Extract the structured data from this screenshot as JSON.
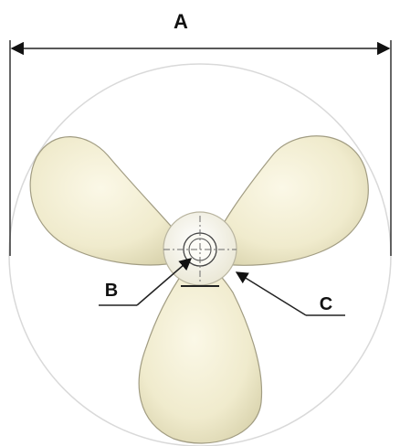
{
  "labels": {
    "overall_diameter": "A",
    "hub_bore": "B",
    "hub_outer": "C"
  },
  "colors": {
    "blade_fill": "#f3efd6",
    "blade_shade": "#d8d2ad",
    "blade_outline": "#9c987f",
    "hub_fill": "#f7f5ea",
    "sweep_circle": "#d6d6d6",
    "dimension_line": "#222222",
    "centerline": "#6a6a6a"
  },
  "icons": {
    "arrowhead": "arrow-icon"
  }
}
